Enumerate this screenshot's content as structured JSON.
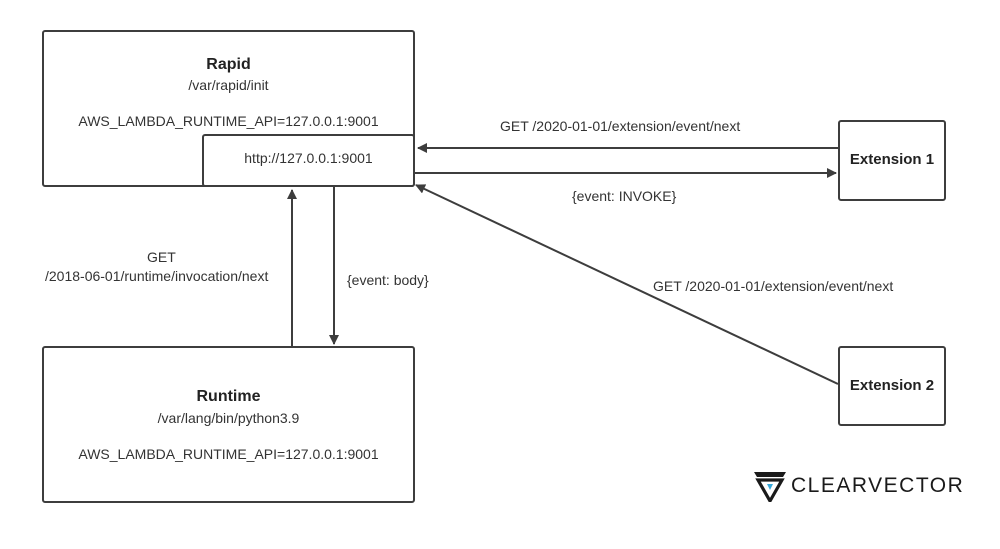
{
  "rapid": {
    "title": "Rapid",
    "path": "/var/rapid/init",
    "env": "AWS_LAMBDA_RUNTIME_API=127.0.0.1:9001",
    "endpoint": "http://127.0.0.1:9001"
  },
  "runtime": {
    "title": "Runtime",
    "path": "/var/lang/bin/python3.9",
    "env": "AWS_LAMBDA_RUNTIME_API=127.0.0.1:9001"
  },
  "extension1": {
    "title": "Extension 1"
  },
  "extension2": {
    "title": "Extension 2"
  },
  "edges": {
    "ext1_get": "GET /2020-01-01/extension/event/next",
    "ext1_invoke": "{event: INVOKE}",
    "ext2_get": "GET /2020-01-01/extension/event/next",
    "runtime_get_line1": "GET",
    "runtime_get_line2": "/2018-06-01/runtime/invocation/next",
    "runtime_body": "{event: body}"
  },
  "logo": {
    "text": "CLEARVECTOR",
    "icon": "clearvector-logo-icon"
  },
  "colors": {
    "stroke": "#3d3d3d",
    "text": "#333333",
    "accent": "#35a7d9"
  }
}
